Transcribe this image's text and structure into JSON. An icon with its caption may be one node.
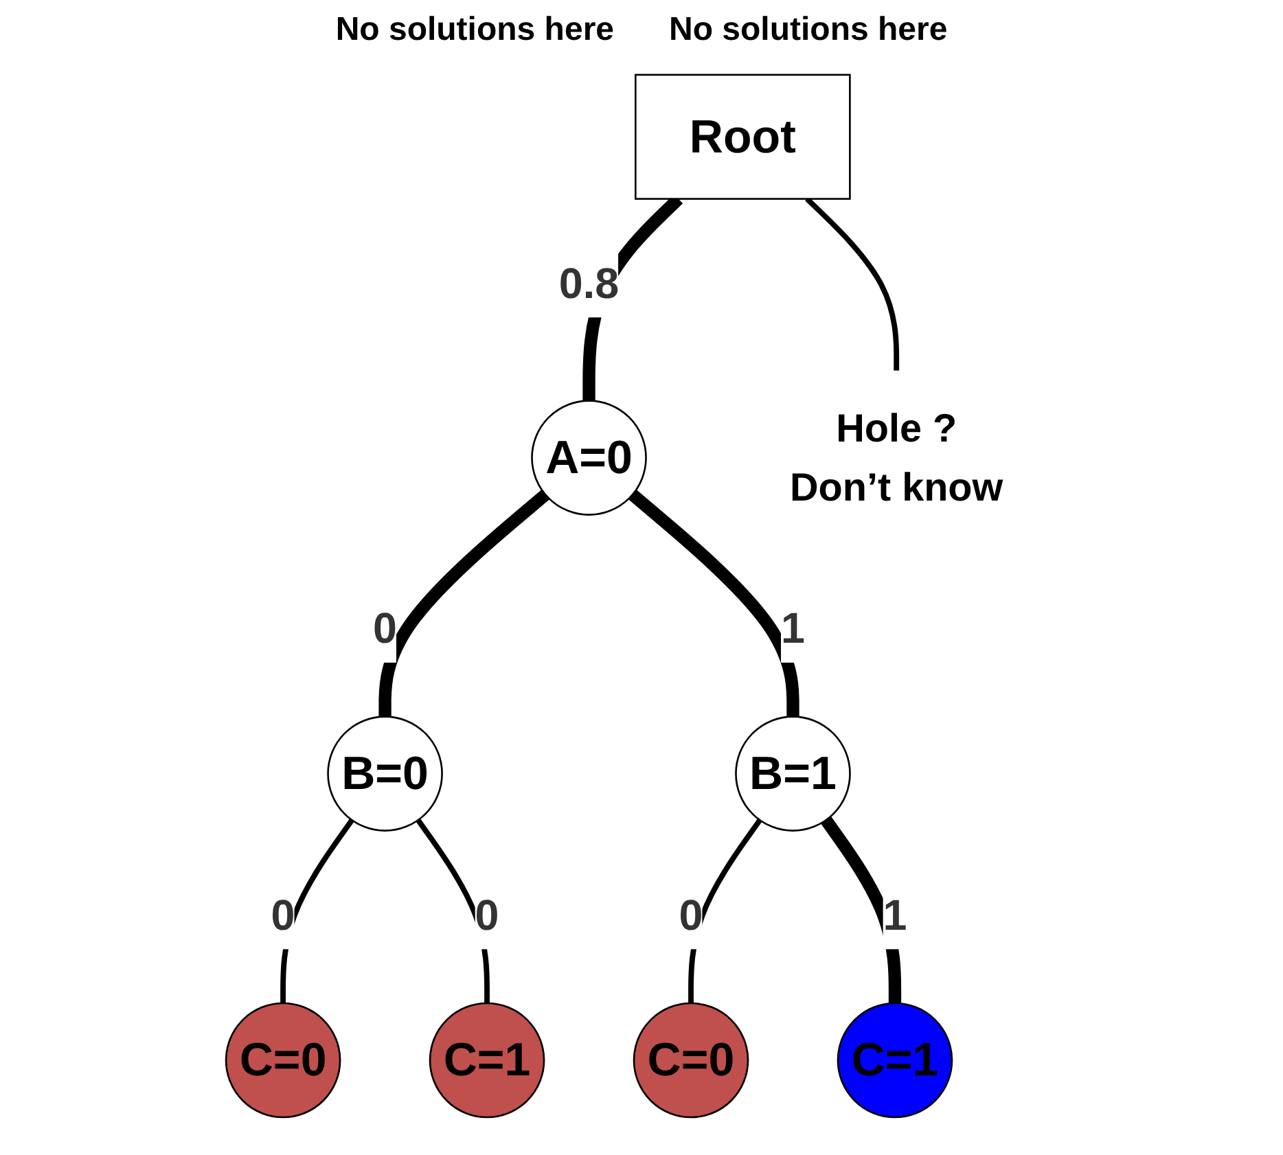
{
  "diagram": {
    "nodes": [
      {
        "text": [
          "Root"
        ]
      },
      {
        "text": [
          "A=0"
        ]
      },
      {
        "text": [
          "Hole ?",
          "Don’t know"
        ]
      },
      {
        "text": [
          "B=0"
        ]
      },
      {
        "text": [
          "B=1"
        ]
      },
      {
        "text": [
          "C=0"
        ]
      },
      {
        "text": [
          "C=1"
        ]
      },
      {
        "text": [
          "C=0"
        ]
      },
      {
        "text": [
          "C=1"
        ]
      }
    ],
    "edges": [
      {
        "from": 0,
        "to": 1,
        "arrow": "none",
        "label": "0.8",
        "style": "thick"
      },
      {
        "from": 0,
        "to": 2,
        "arrow": "none"
      },
      {
        "from": 1,
        "to": 3,
        "arrow": "none",
        "label": "0",
        "style": "thick"
      },
      {
        "from": 1,
        "to": 4,
        "arrow": "none",
        "label": "1",
        "style": "thick"
      },
      {
        "from": 3,
        "to": 5,
        "arrow": "none",
        "label": "0"
      },
      {
        "from": 3,
        "to": 6,
        "arrow": "none",
        "label": "0"
      },
      {
        "from": 4,
        "to": 7,
        "arrow": "none",
        "label": "0"
      },
      {
        "from": 4,
        "to": 8,
        "arrow": "none",
        "label": "1",
        "style": "thick"
      }
    ],
    "labels": [
      "No solutions here",
      "No solutions here"
    ]
  }
}
